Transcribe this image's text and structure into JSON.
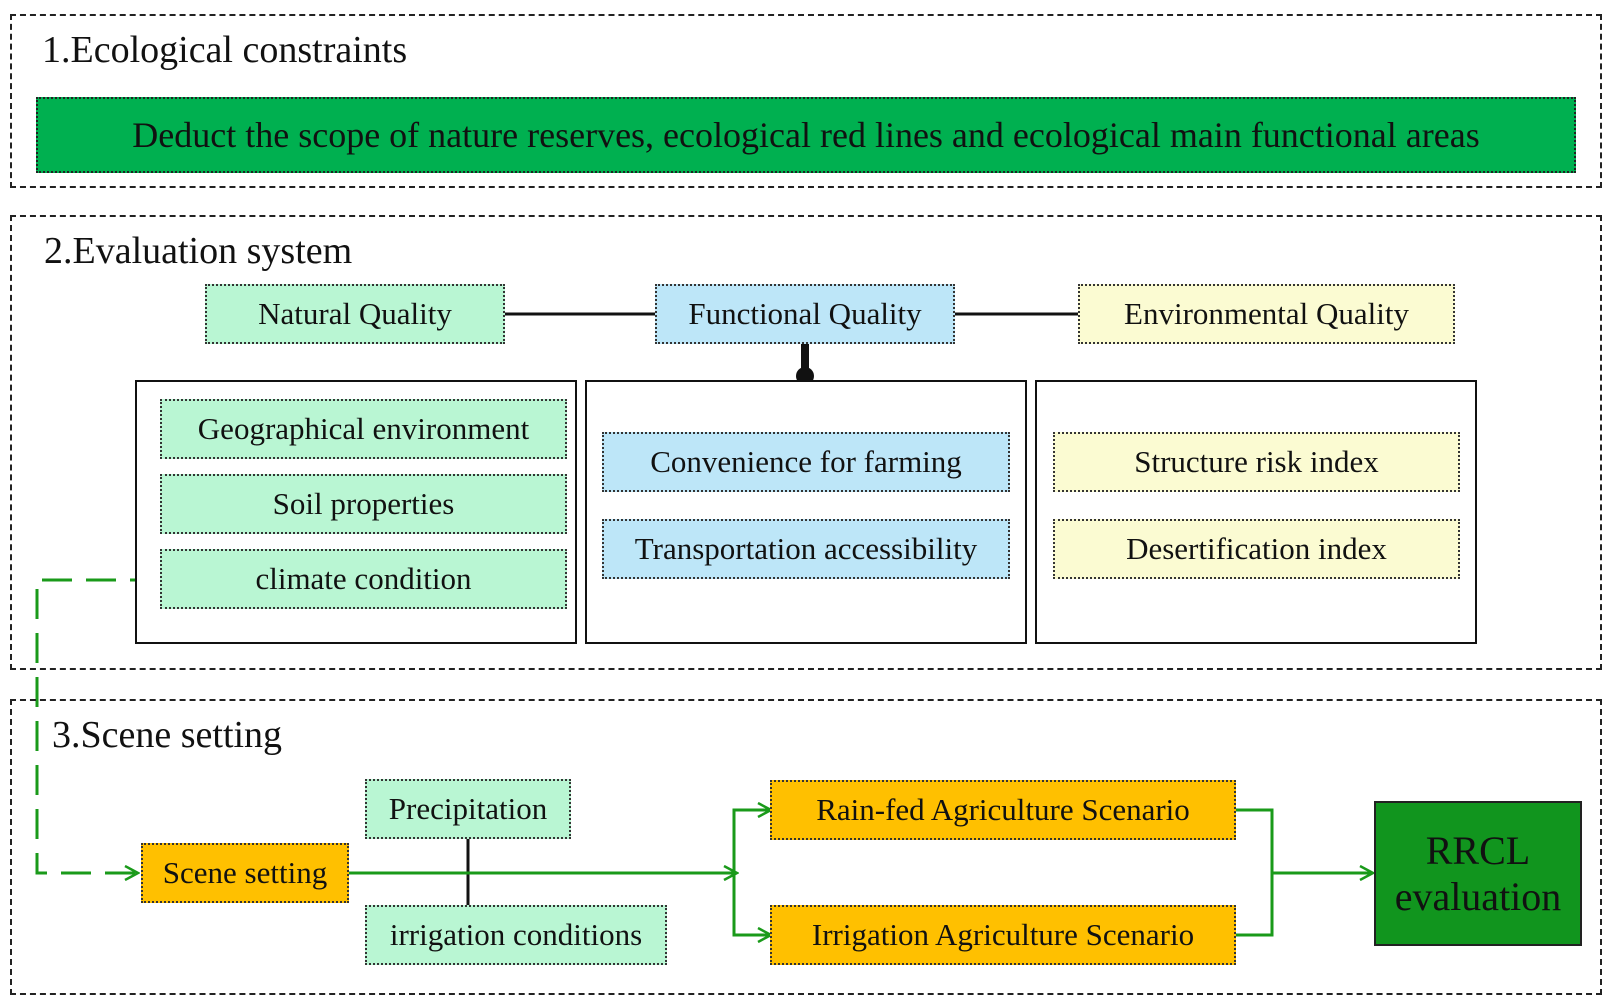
{
  "sections": {
    "ecological": {
      "title": "1.Ecological constraints",
      "banner": "Deduct the scope of nature reserves, ecological red lines and ecological main functional areas"
    },
    "evaluation": {
      "title": "2.Evaluation system",
      "natural_quality": "Natural Quality",
      "functional_quality": "Functional Quality",
      "environmental_quality": "Environmental Quality",
      "natural_items": [
        "Geographical environment",
        "Soil properties",
        "climate condition"
      ],
      "functional_items": [
        "Convenience  for farming",
        "Transportation accessibility"
      ],
      "environmental_items": [
        "Structure risk index",
        "Desertification index"
      ]
    },
    "scene": {
      "title": "3.Scene setting",
      "scene_setting": "Scene setting",
      "precipitation": "Precipitation",
      "irrigation_conditions": "irrigation conditions",
      "rainfed": "Rain-fed Agriculture Scenario",
      "irrigation": "Irrigation Agriculture Scenario",
      "result": "RRCL evaluation"
    }
  },
  "colors": {
    "banner_green": "#00b050",
    "mint": "#b9f6d3",
    "sky": "#bde6f8",
    "cream": "#fbfbd2",
    "orange": "#ffc000",
    "dark_green": "#11951e",
    "arrow_green": "#1a9a1a"
  }
}
